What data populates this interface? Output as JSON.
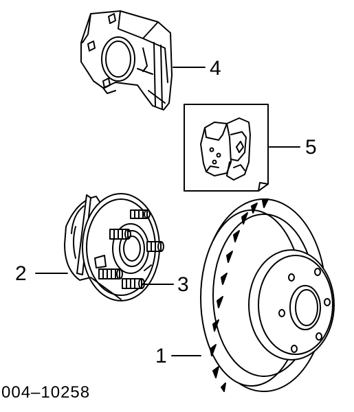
{
  "callouts": {
    "brake_rotor": "1",
    "hub_bearing": "2",
    "wheel_stud": "3",
    "brake_caliper": "4",
    "brake_pads": "5"
  },
  "diagram_code": "004–10258"
}
